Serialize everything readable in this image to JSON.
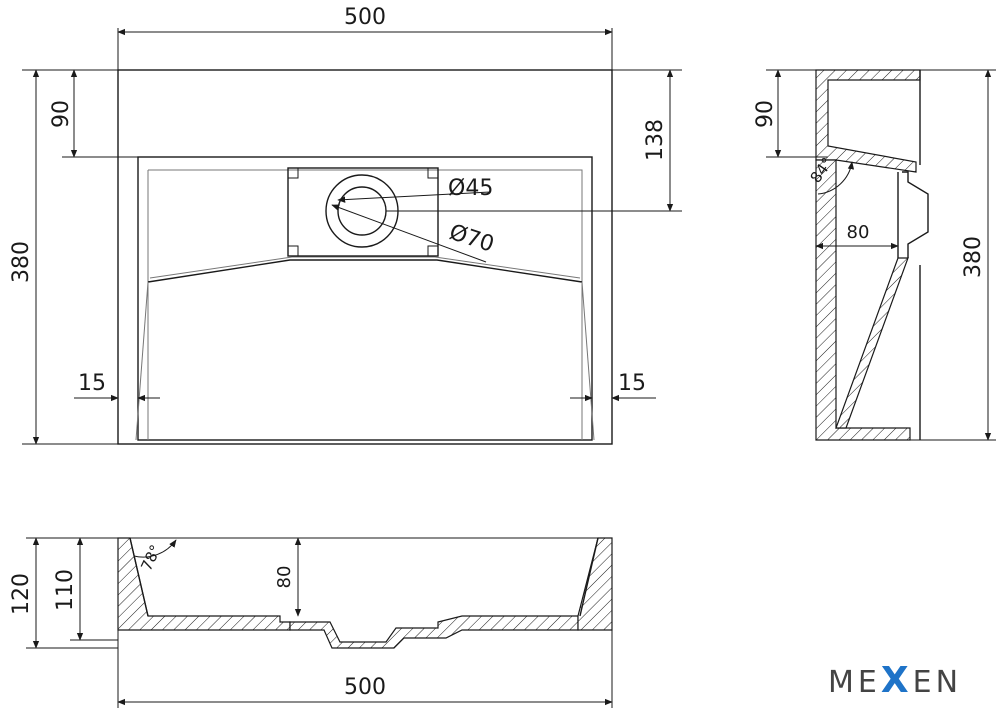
{
  "dimensions": {
    "top_width": "500",
    "top_depth": "90",
    "top_height": "380",
    "top_offset": "138",
    "drain_inner": "Ø45",
    "drain_outer": "Ø70",
    "left_rim": "15",
    "right_rim": "15",
    "side_top": "90",
    "side_angle": "84°",
    "side_bottom": "80",
    "side_height": "380",
    "front_height_outer": "120",
    "front_height_inner": "110",
    "front_angle": "78°",
    "front_depth": "80",
    "front_width": "500"
  },
  "logo": {
    "part1": "ME",
    "part2": "X",
    "part3": "EN"
  }
}
